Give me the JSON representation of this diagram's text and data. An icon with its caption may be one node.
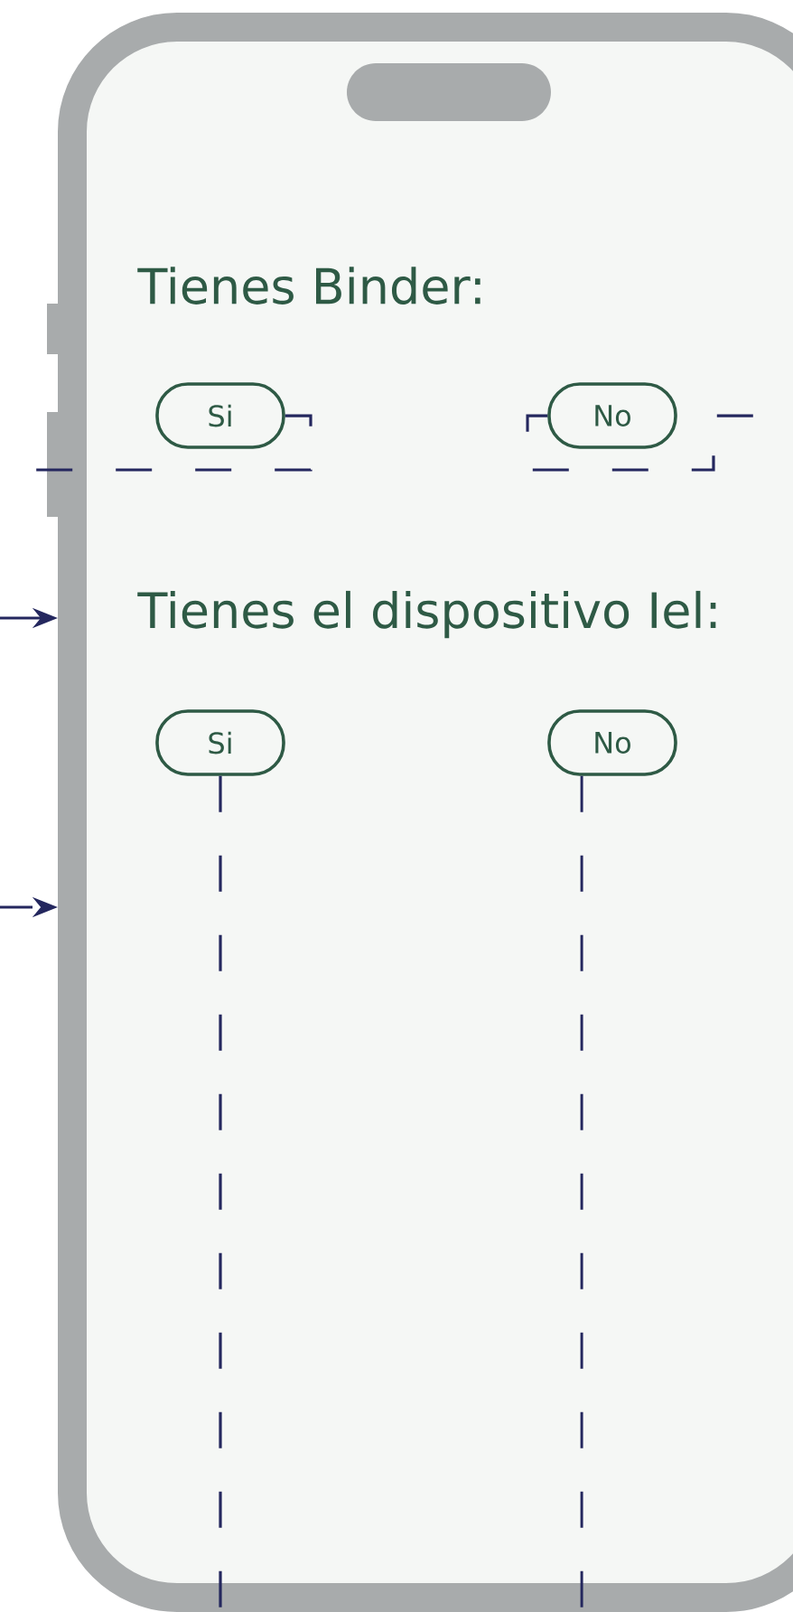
{
  "diagram": {
    "nodes": [
      {
        "text": [],
        "shape": "box"
      },
      {
        "text": [
          "Tienes Binder:"
        ],
        "in": 0
      },
      {
        "text": [
          "Si"
        ],
        "in": 0
      },
      {
        "text": [
          "No"
        ],
        "in": 0
      },
      {
        "text": [
          "Tienes el dispositivo Iel:"
        ],
        "in": 0
      },
      {
        "text": [
          "Si"
        ],
        "in": 0
      },
      {
        "text": [
          "No"
        ],
        "in": 0
      }
    ],
    "edges": [
      {
        "from": 2,
        "to": null,
        "arrow": "none",
        "style": "dashed"
      },
      {
        "from": 3,
        "to": null,
        "arrow": "none",
        "style": "dashed"
      },
      {
        "from": null,
        "to": 0,
        "arrow": "to"
      },
      {
        "from": null,
        "to": 0,
        "arrow": "to",
        "style": "dashed"
      },
      {
        "from": 5,
        "to": null,
        "arrow": "none",
        "style": "dashed"
      },
      {
        "from": 6,
        "to": null,
        "arrow": "none",
        "style": "dashed"
      }
    ]
  }
}
